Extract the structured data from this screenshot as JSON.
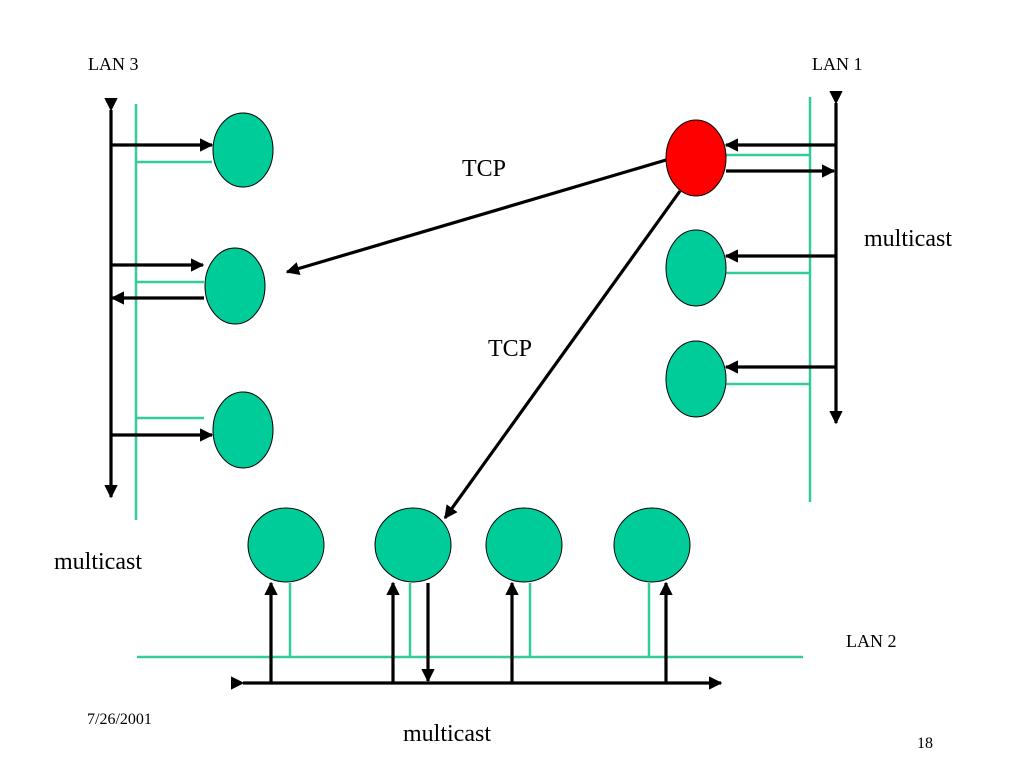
{
  "labels": {
    "lan3": "LAN 3",
    "lan1": "LAN 1",
    "lan2": "LAN 2",
    "tcp_top": "TCP",
    "tcp_mid": "TCP",
    "multicast_right": "multicast",
    "multicast_left": "multicast",
    "multicast_bottom": "multicast"
  },
  "footer": {
    "date": "7/26/2001",
    "page_number": "18"
  },
  "colors": {
    "node_fill": "#00cc99",
    "sender_fill": "#ff0000",
    "lan_line": "#33cc99",
    "arrow": "#000000"
  }
}
